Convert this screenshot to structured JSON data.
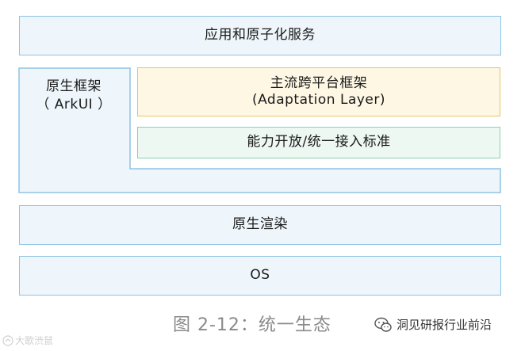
{
  "layers": {
    "top": "应用和原子化服务",
    "native_framework_line1": "原生框架",
    "native_framework_line2": "（ ArkUI ）",
    "mainstream_line1": "主流跨平台框架",
    "mainstream_line2": "(Adaptation Layer)",
    "capability": "能力开放/统一接入标准",
    "render": "原生渲染",
    "os": "OS"
  },
  "caption": "图 2-12：统一生态",
  "watermark_left": "大歌渋鼠",
  "watermark_right": "洞见研报行业前沿",
  "colors": {
    "blue_border": "#8fc3e3",
    "blue_fill": "#eef6fb",
    "yellow_border": "#e8c466",
    "yellow_fill": "#fdf7e4",
    "green_border": "#8fcfb0",
    "green_fill": "#eef8f3",
    "caption_text": "#8a8a8a"
  },
  "icons": {
    "watermark_left": "brand-logo-icon",
    "watermark_right": "wechat-icon"
  }
}
